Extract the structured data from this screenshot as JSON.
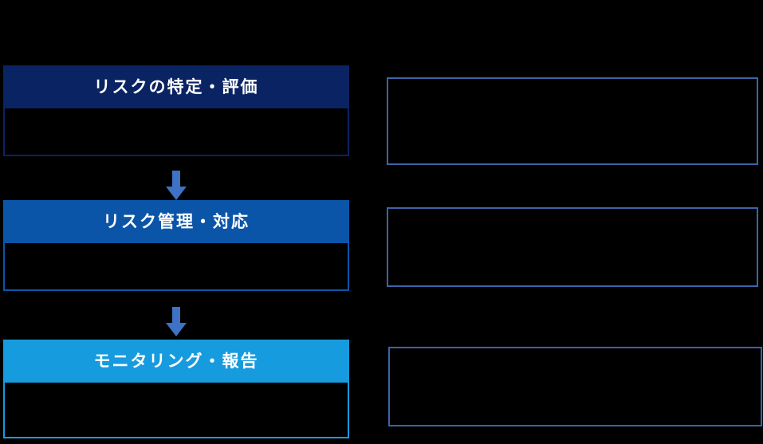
{
  "diagram": {
    "type": "vertical-flow",
    "background_color": "#000000",
    "stages": [
      {
        "id": "risk-identification",
        "title": "リスクの特定・評価",
        "header_color": "#0a2362",
        "border_color": "#0a2362",
        "body_text": ""
      },
      {
        "id": "risk-management",
        "title": "リスク管理・対応",
        "header_color": "#0b55a8",
        "border_color": "#0b55a8",
        "body_text": ""
      },
      {
        "id": "monitoring-reporting",
        "title": "モニタリング・報告",
        "header_color": "#169bde",
        "border_color": "#169bde",
        "body_text": ""
      }
    ],
    "connectors": [
      {
        "id": "connector-1",
        "icon": "arrow-down-icon",
        "color": "#3d72c4"
      },
      {
        "id": "connector-2",
        "icon": "arrow-down-icon",
        "color": "#3d72c4"
      }
    ],
    "detail_panels": [
      {
        "id": "detail-panel-1",
        "border_color": "#3c64a8",
        "text": ""
      },
      {
        "id": "detail-panel-2",
        "border_color": "#3c64a8",
        "text": ""
      },
      {
        "id": "detail-panel-3",
        "border_color": "#3c64a8",
        "text": ""
      }
    ]
  }
}
